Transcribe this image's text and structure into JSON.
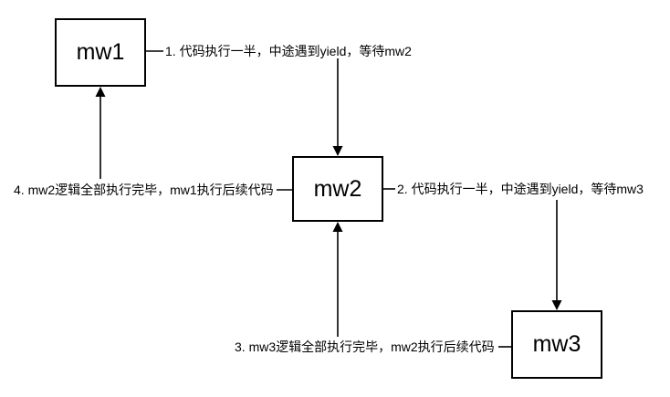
{
  "colors": {
    "background": "#ffffff",
    "stroke": "#000000",
    "text": "#000000"
  },
  "boxes": [
    {
      "label": "mw1"
    },
    {
      "label": "mw2"
    },
    {
      "label": "mw3"
    }
  ],
  "annotations": [
    {
      "text": "1. 代码执行一半，中途遇到yield，等待mw2"
    },
    {
      "text": "2. 代码执行一半，中途遇到yield，等待mw3"
    },
    {
      "text": "3. mw3逻辑全部执行完毕，mw2执行后续代码"
    },
    {
      "text": "4. mw2逻辑全部执行完毕，mw1执行后续代码"
    }
  ]
}
